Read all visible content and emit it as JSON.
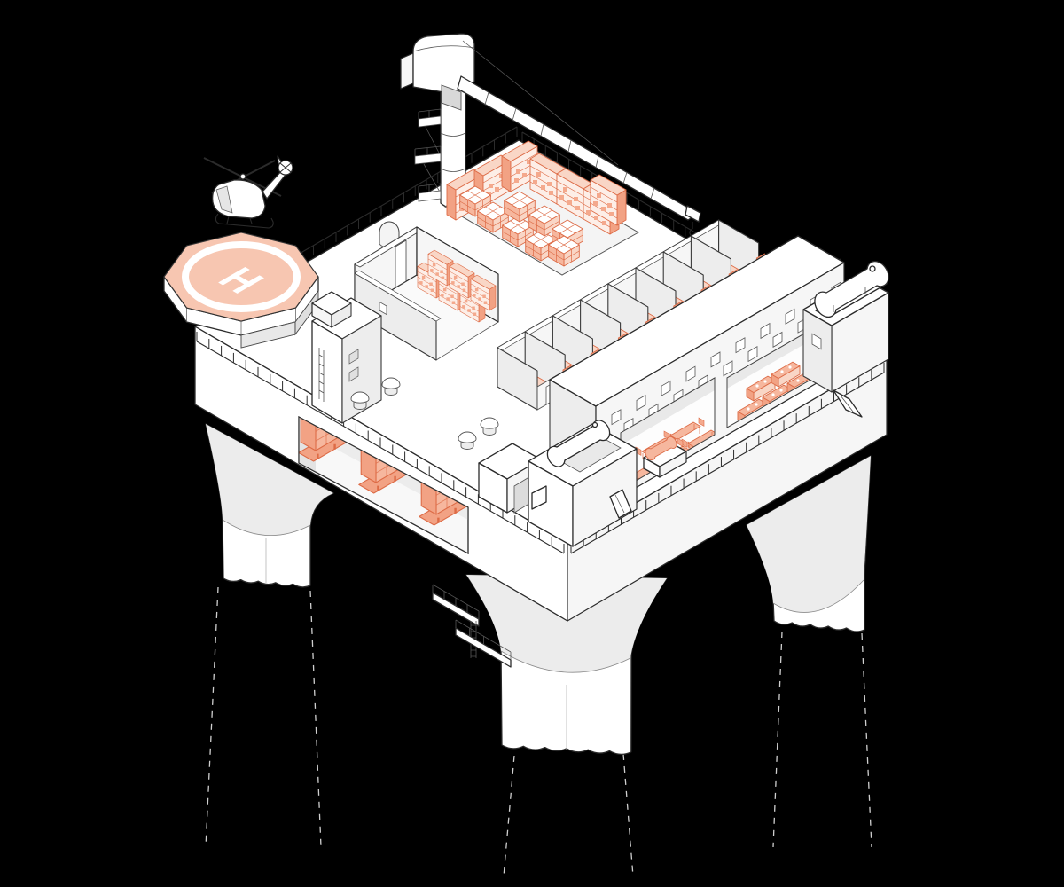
{
  "scene": {
    "background": "#000000",
    "type": "isometric-cutaway-illustration",
    "subject": "Offshore semi-submersible platform with helicopter, helipad, pedestal crane and cutaway interiors"
  },
  "colors": {
    "bg": "#000000",
    "ink": "#2b2b2b",
    "line": "#444444",
    "white": "#ffffff",
    "gray-1": "#f6f6f6",
    "gray-2": "#ededed",
    "gray-3": "#e2e2e2",
    "salmon-outline": "#dd6b46",
    "salmon-strong": "#f2a284",
    "salmon-mid": "#f6b79e",
    "salmon-soft": "#f9d6c6",
    "salmon-pale": "#fdeee7",
    "helipad-fill": "#f7c6b1"
  },
  "helipad": {
    "marking": "H"
  },
  "counts": {
    "visible_legs": 3,
    "mooring_lines": 6,
    "generators": 3,
    "crew_cabins": 8,
    "storage_racks": 7,
    "crate_stacks": 8,
    "mess_tables": 5,
    "galley_counters": 5
  },
  "components": [
    {
      "id": "helicopter",
      "label": "helicopter"
    },
    {
      "id": "helipad",
      "label": "helipad"
    },
    {
      "id": "pedestal-crane",
      "label": "pedestal crane"
    },
    {
      "id": "storage-yard",
      "label": "storage yard"
    },
    {
      "id": "control-room",
      "label": "control room"
    },
    {
      "id": "crew-cabins",
      "label": "crew cabins"
    },
    {
      "id": "mess-hall",
      "label": "mess hall"
    },
    {
      "id": "galley",
      "label": "galley"
    },
    {
      "id": "generator-room",
      "label": "generator room"
    },
    {
      "id": "utility-huts",
      "label": "utility huts"
    },
    {
      "id": "storage-tank",
      "label": "storage tank"
    },
    {
      "id": "platform-legs",
      "label": "platform legs"
    },
    {
      "id": "mooring-lines",
      "label": "mooring lines"
    },
    {
      "id": "walkways",
      "label": "walkways"
    }
  ]
}
